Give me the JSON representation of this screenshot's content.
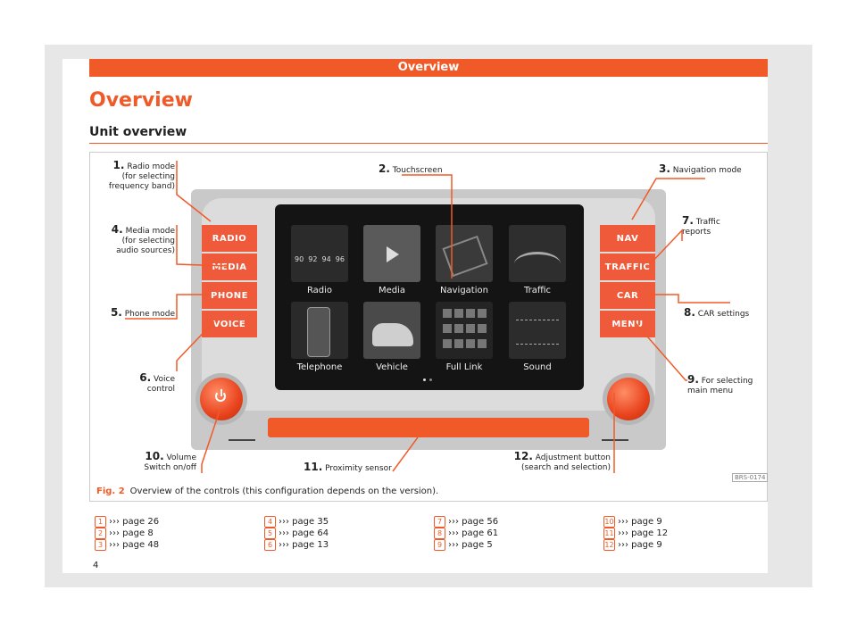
{
  "header": {
    "bar_title": "Overview",
    "page_title": "Overview",
    "section_title": "Unit overview"
  },
  "buttons_left": [
    "RADIO",
    "MEDIA",
    "PHONE",
    "VOICE"
  ],
  "buttons_right": [
    "NAV",
    "TRAFFIC",
    "CAR",
    "MENU"
  ],
  "tiles": [
    {
      "label": "Radio",
      "freq": [
        "90",
        "92",
        "94",
        "96"
      ]
    },
    {
      "label": "Media"
    },
    {
      "label": "Navigation"
    },
    {
      "label": "Traffic"
    },
    {
      "label": "Telephone"
    },
    {
      "label": "Vehicle"
    },
    {
      "label": "Full Link"
    },
    {
      "label": "Sound"
    }
  ],
  "callouts": [
    {
      "num": "1.",
      "text": [
        "Radio mode",
        "(for selecting",
        "frequency band)"
      ]
    },
    {
      "num": "2.",
      "text": [
        "Touchscreen"
      ]
    },
    {
      "num": "3.",
      "text": [
        "Navigation mode"
      ]
    },
    {
      "num": "4.",
      "text": [
        "Media mode",
        "(for selecting",
        "audio sources)"
      ]
    },
    {
      "num": "5.",
      "text": [
        "Phone mode"
      ]
    },
    {
      "num": "6.",
      "text": [
        "Voice",
        "control"
      ]
    },
    {
      "num": "7.",
      "text": [
        "Traffic",
        "reports"
      ]
    },
    {
      "num": "8.",
      "text": [
        "CAR settings"
      ]
    },
    {
      "num": "9.",
      "text": [
        "For selecting",
        "main menu"
      ]
    },
    {
      "num": "10.",
      "text": [
        "Volume",
        "Switch on/off"
      ]
    },
    {
      "num": "11.",
      "text": [
        "Proximity sensor"
      ]
    },
    {
      "num": "12.",
      "text": [
        "Adjustment button",
        "(search and selection)"
      ]
    }
  ],
  "figure": {
    "code": "BRS-0174",
    "label": "Fig. 2",
    "caption": "Overview of the controls (this configuration depends on the version)."
  },
  "refs": [
    [
      {
        "n": "1",
        "t": "››› page 26"
      },
      {
        "n": "2",
        "t": "››› page 8"
      },
      {
        "n": "3",
        "t": "››› page 48"
      }
    ],
    [
      {
        "n": "4",
        "t": "››› page 35"
      },
      {
        "n": "5",
        "t": "››› page 64"
      },
      {
        "n": "6",
        "t": "››› page 13"
      }
    ],
    [
      {
        "n": "7",
        "t": "››› page 56"
      },
      {
        "n": "8",
        "t": "››› page 61"
      },
      {
        "n": "9",
        "t": "››› page 5"
      }
    ],
    [
      {
        "n": "10",
        "t": "››› page 9"
      },
      {
        "n": "11",
        "t": "››› page 12"
      },
      {
        "n": "12",
        "t": "››› page 9"
      }
    ]
  ],
  "page_number": "4",
  "colors": {
    "accent": "#f05a28",
    "button": "#ef5b3a",
    "screen": "#141414"
  }
}
